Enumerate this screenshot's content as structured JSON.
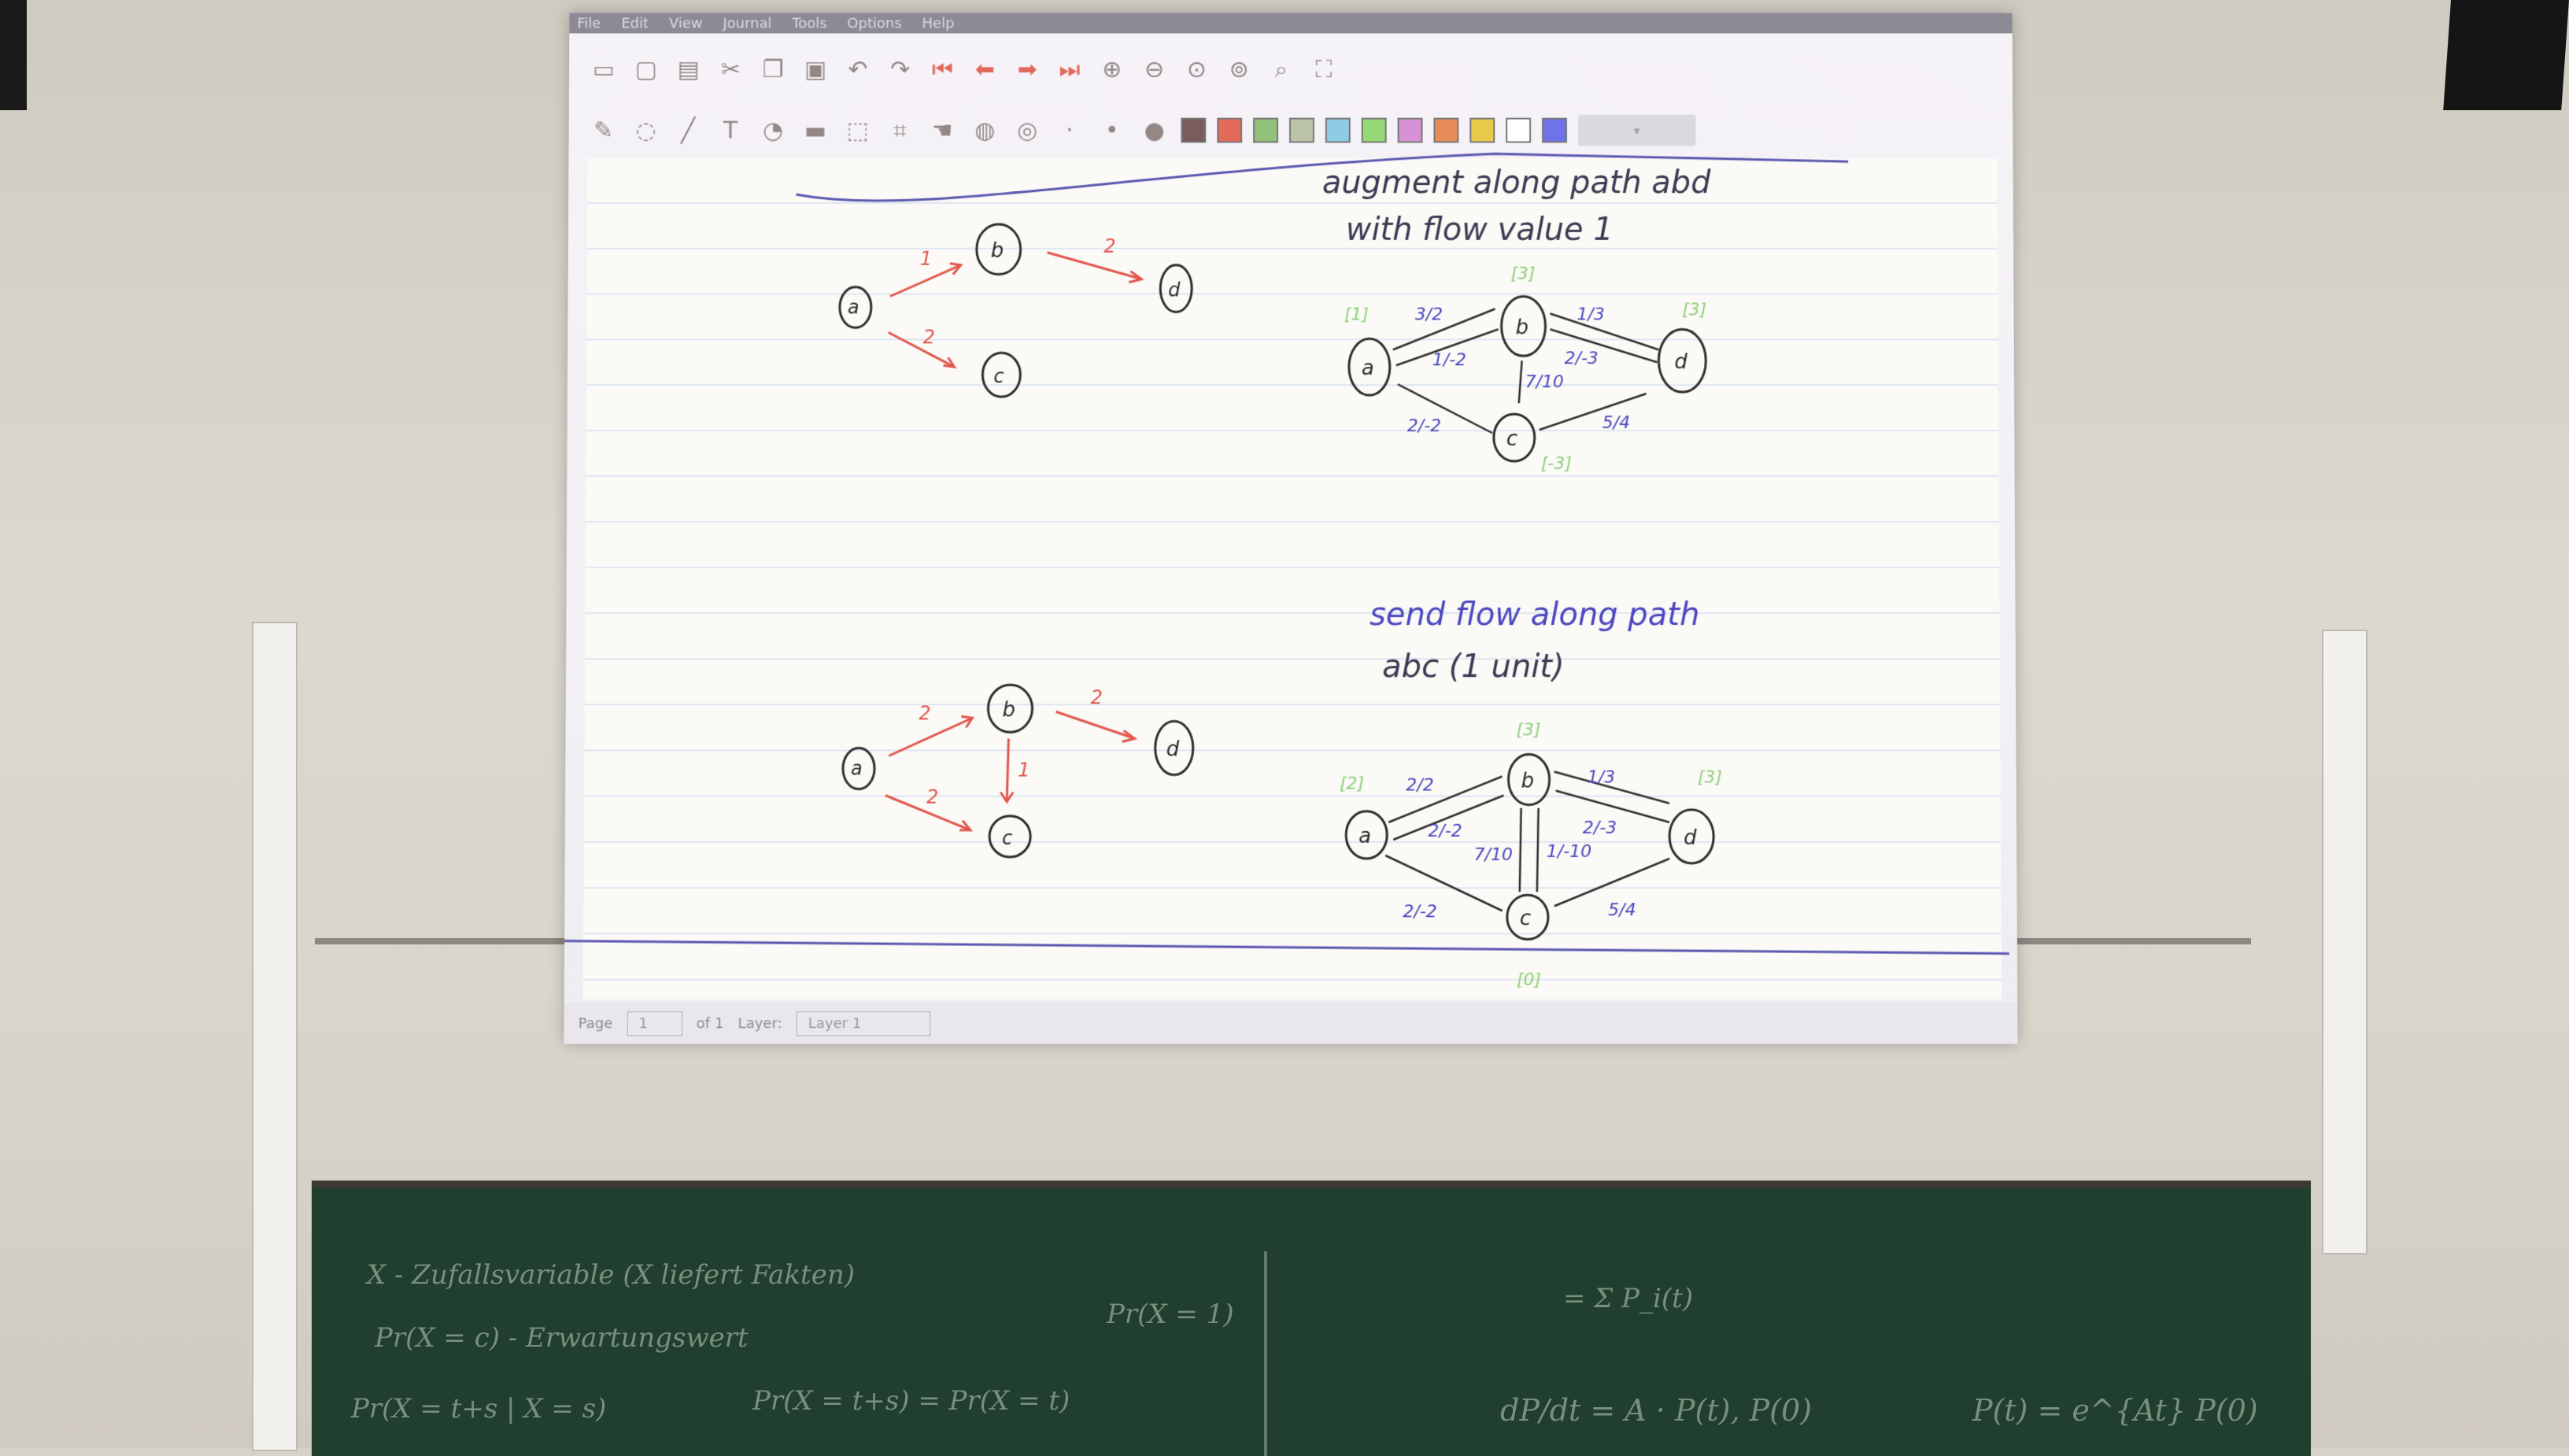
{
  "menu": [
    "File",
    "Edit",
    "View",
    "Journal",
    "Tools",
    "Options",
    "Help"
  ],
  "toolbar1_icons": [
    "save-icon",
    "new-icon",
    "open-icon",
    "cut-icon",
    "copy-icon",
    "paste-icon",
    "undo-icon",
    "redo-icon",
    "first-page-icon",
    "prev-page-icon",
    "next-page-icon",
    "last-page-icon",
    "zoom-in-icon",
    "zoom-out-icon",
    "zoom-fit-icon",
    "zoom-page-icon",
    "find-icon",
    "fullscreen-icon"
  ],
  "toolbar2_colors": [
    "#7a5d5a",
    "#e46a5a",
    "#93c07a",
    "#bcc4a8",
    "#8fcbe5",
    "#96d977",
    "#d792d6",
    "#e78b5a",
    "#e9c94a",
    "#ffffff",
    "#6f72e8"
  ],
  "status": {
    "page_label": "Page",
    "page_value": "1",
    "of_label": "of 1",
    "layer_label": "Layer:",
    "layer_value": "Layer 1"
  },
  "top_text": {
    "line1": "augment along path abd",
    "line2": "with flow value 1"
  },
  "bottom_text": {
    "line1": "send flow along path",
    "line2": "abc (1 unit)"
  },
  "nodes": {
    "a": "a",
    "b": "b",
    "c": "c",
    "d": "d"
  },
  "graph1_edges": {
    "ab": "1",
    "bd": "2",
    "ac": "2"
  },
  "graph2_labels": {
    "ab": "3/2",
    "ba": "1/-2",
    "bd": "1/3",
    "db": "2/-3",
    "bc": "7/10",
    "ca": "2/-2",
    "cd": "5/4",
    "pa": "[1]",
    "pb": "[3]",
    "pd": "[3]",
    "pc": "[-3]"
  },
  "graph3_edges": {
    "ab": "2",
    "bd": "2",
    "bc": "1",
    "ac": "2"
  },
  "graph4_labels": {
    "ab": "2/2",
    "ba": "2/-2",
    "bd": "1/3",
    "db": "2/-3",
    "bc": "7/10",
    "cb": "1/-10",
    "ca": "2/-2",
    "cd": "5/4",
    "pa": "[2]",
    "pb": "[3]",
    "pd": "[3]",
    "pc": "[0]"
  },
  "chalkboard_text": [
    "X - Zufallsvariable (X liefert Fakten)",
    "Pr(X = c) - Erwartungswert",
    "Pr(X = 1)",
    "Pr(X = t+s | X = s)",
    "Pr(X = t+s) = Pr(X = t)",
    "= Σ P_i(t)",
    "dP/dt = A · P(t), P(0)",
    "P(t) = e^{At} P(0)"
  ]
}
